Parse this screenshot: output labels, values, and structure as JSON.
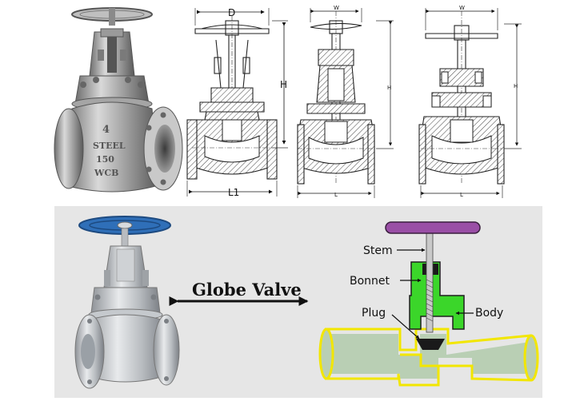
{
  "top_section": {
    "drawing_1": {
      "dim_width": "D",
      "dim_height": "H",
      "dim_length": "L1"
    },
    "drawing_2": {
      "dim_width": "W",
      "dim_height": "H",
      "dim_length": "L"
    },
    "drawing_3": {
      "dim_width": "W",
      "dim_height": "H",
      "dim_length": "L"
    },
    "photo_casting": [
      "4",
      "STEEL",
      "150",
      "WCB"
    ]
  },
  "bottom_section": {
    "title": "Globe Valve",
    "labels": {
      "stem": "Stem",
      "bonnet": "Bonnet",
      "plug": "Plug",
      "body": "Body"
    },
    "colors": {
      "panel_bg": "#e6e6e6",
      "handwheel": "#9a4fa6",
      "bonnet": "#3bd62a",
      "body_outline": "#f2e600",
      "fluid": "#b9cfb4",
      "photo_handwheel": "#2f6fb8"
    }
  }
}
